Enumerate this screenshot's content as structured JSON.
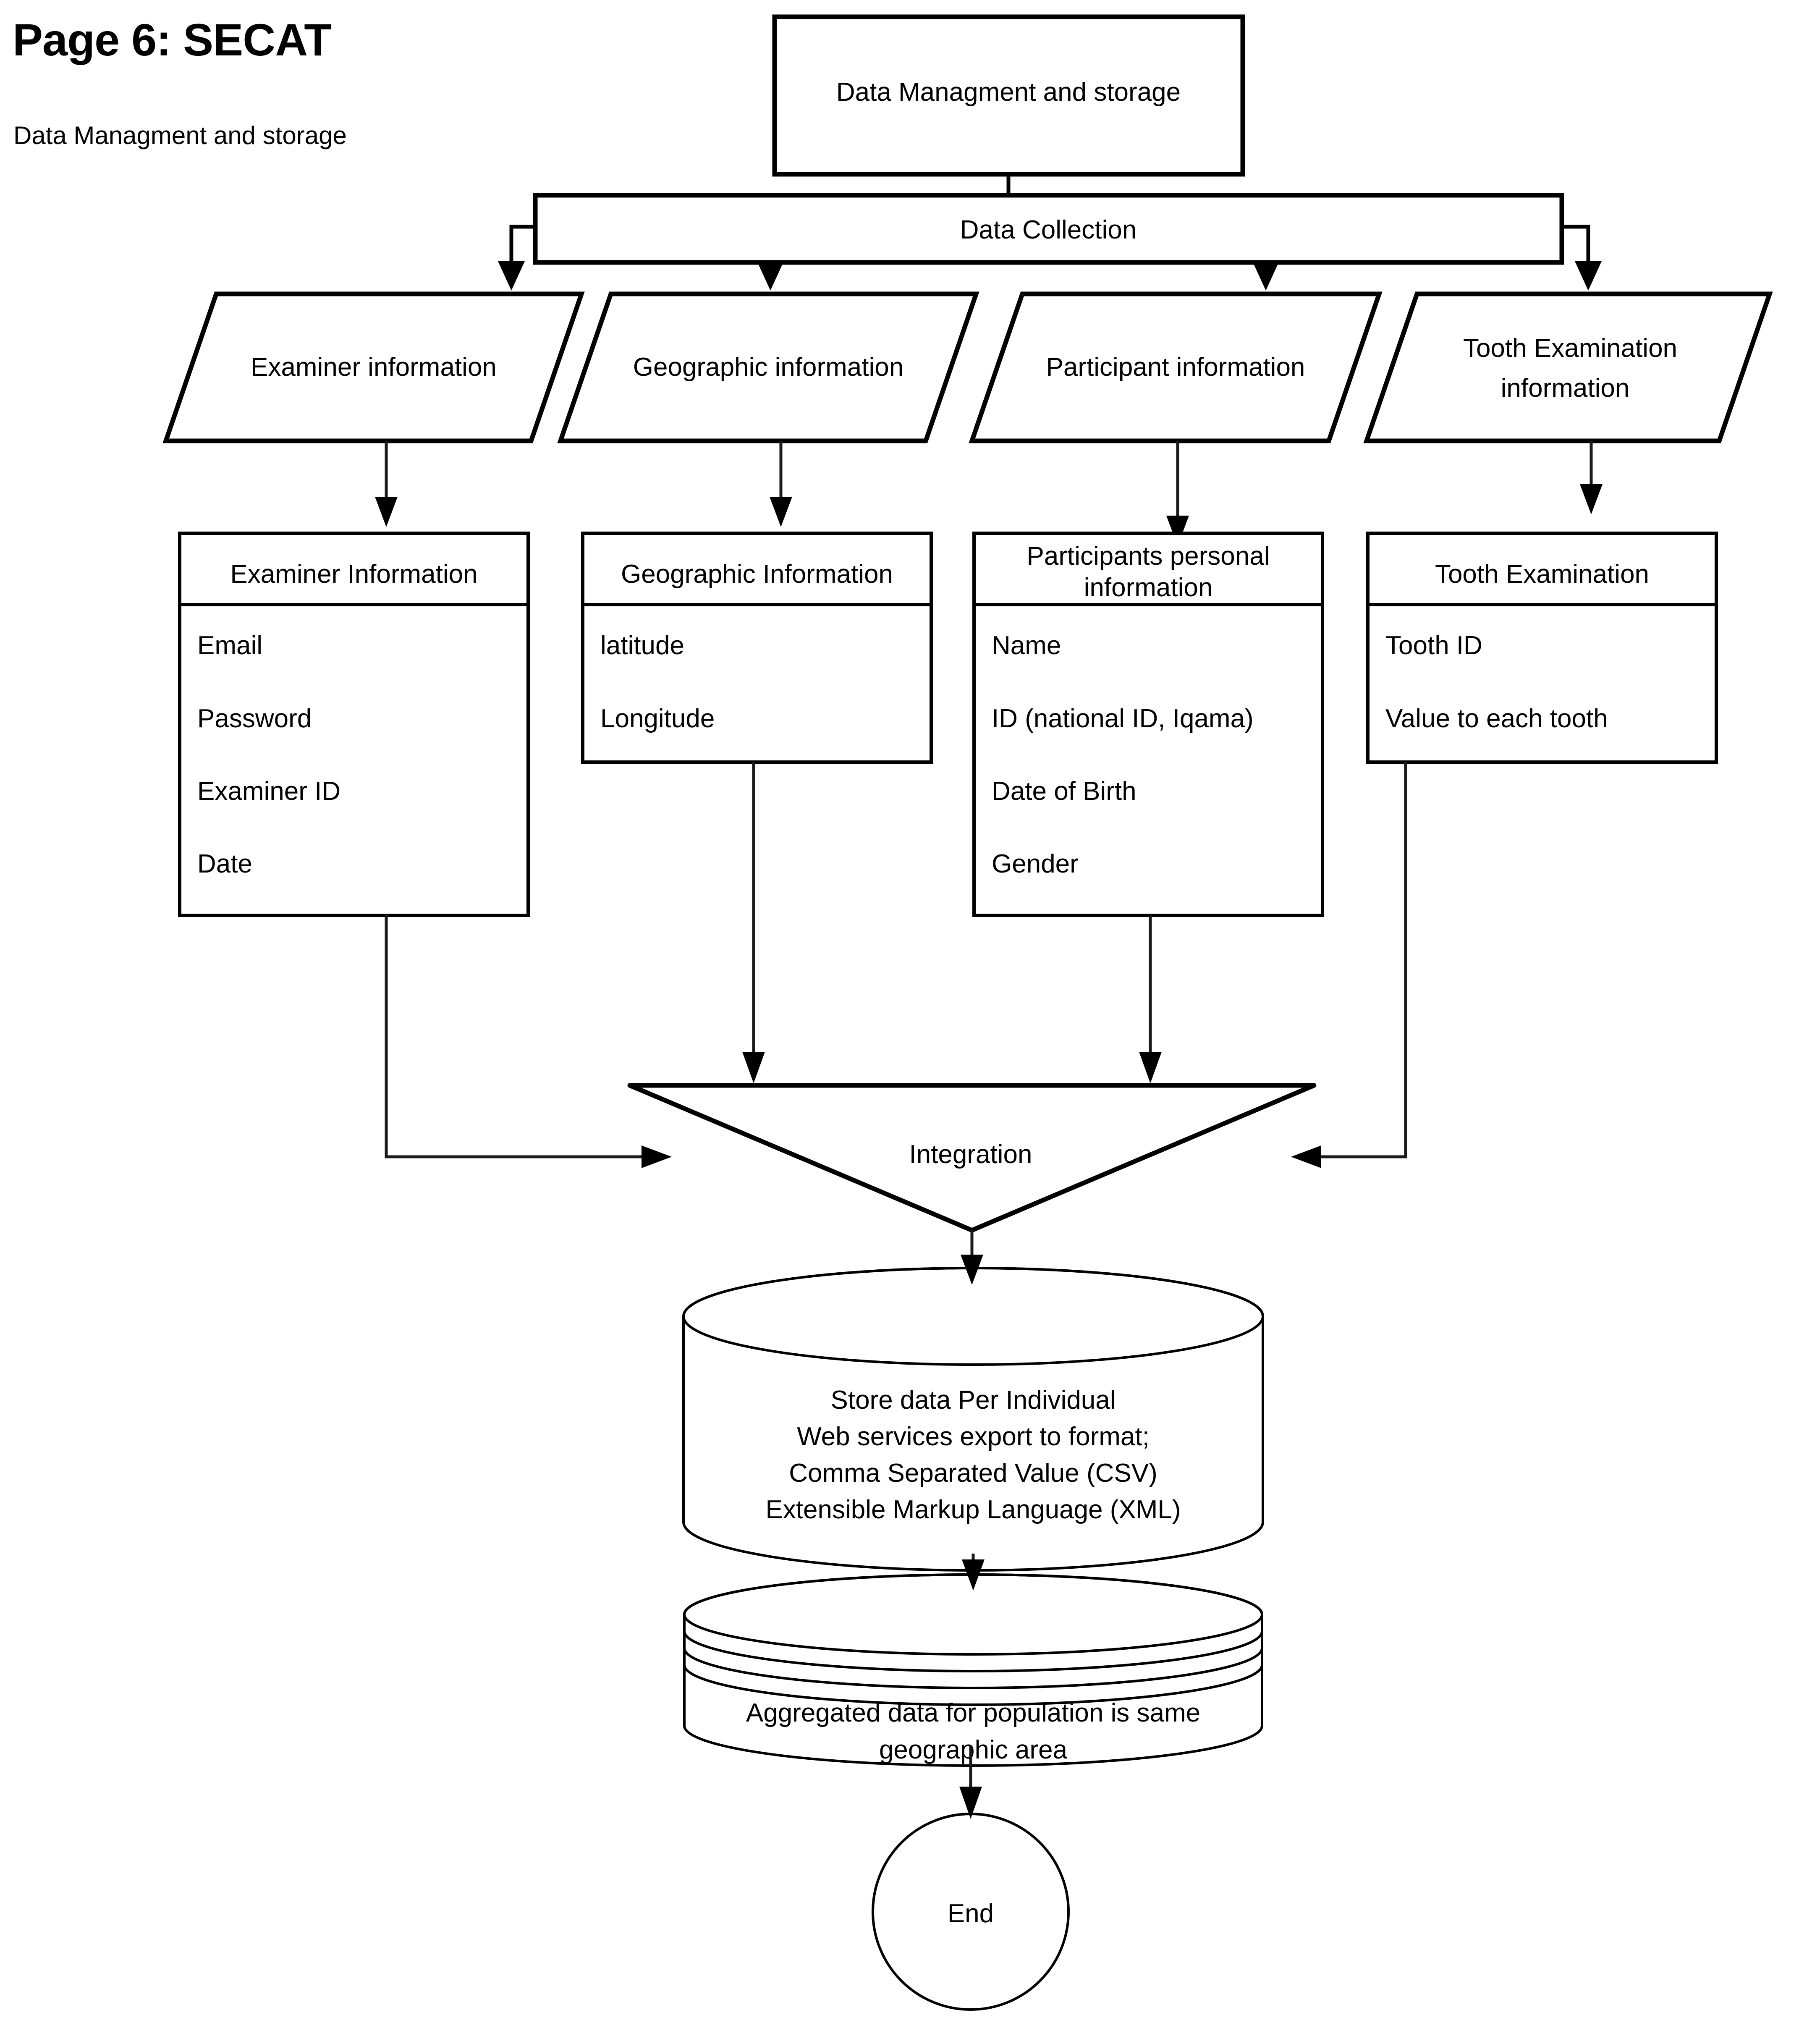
{
  "page": {
    "title": "Page 6: SECAT",
    "subtitle": "Data Managment and storage"
  },
  "diagram": {
    "type": "flowchart",
    "root": {
      "id": "data-management-storage",
      "shape": "rectangle",
      "label": "Data Managment and storage"
    },
    "process_bar": {
      "id": "data-collection",
      "shape": "rectangle-wide",
      "label": "Data Collection"
    },
    "inputs": [
      {
        "id": "examiner-information-input",
        "shape": "parallelogram",
        "label": "Examiner information"
      },
      {
        "id": "geographic-information-input",
        "shape": "parallelogram",
        "label": "Geographic information"
      },
      {
        "id": "participant-information-input",
        "shape": "parallelogram",
        "label": "Participant information"
      },
      {
        "id": "tooth-examination-information-input",
        "shape": "parallelogram",
        "label": "Tooth Examination information",
        "label_lines": [
          "Tooth Examination",
          "information"
        ]
      }
    ],
    "entities": [
      {
        "id": "examiner-information-entity",
        "shape": "entity-table",
        "header": "Examiner Information",
        "fields": [
          "Email",
          "Password",
          "Examiner ID",
          "Date"
        ]
      },
      {
        "id": "geographic-information-entity",
        "shape": "entity-table",
        "header": "Geographic Information",
        "fields": [
          "latitude",
          "Longitude"
        ]
      },
      {
        "id": "participants-personal-information-entity",
        "shape": "entity-table",
        "header": "Participants personal information",
        "header_lines": [
          "Participants personal",
          "information"
        ],
        "fields": [
          "Name",
          "ID (national ID, Iqama)",
          "Date of Birth",
          "Gender"
        ]
      },
      {
        "id": "tooth-examination-entity",
        "shape": "entity-table",
        "header": "Tooth Examination",
        "fields": [
          "Tooth ID",
          "Value to each tooth"
        ]
      }
    ],
    "merge": {
      "id": "integration",
      "shape": "inverted-triangle",
      "label": "Integration"
    },
    "store_primary": {
      "id": "store-data-per-individual",
      "shape": "cylinder",
      "label_lines": [
        "Store data Per Individual",
        "Web services export to format;",
        "Comma Separated Value (CSV)",
        "Extensible Markup Language (XML)"
      ]
    },
    "store_aggregate": {
      "id": "aggregated-data",
      "shape": "stacked-cylinder",
      "label_lines": [
        "Aggregated data for population is same",
        "geographic area"
      ]
    },
    "terminator": {
      "id": "end",
      "shape": "circle",
      "label": "End"
    },
    "colors": {
      "stroke": "#000000",
      "fill": "#ffffff",
      "text": "#000000"
    }
  }
}
